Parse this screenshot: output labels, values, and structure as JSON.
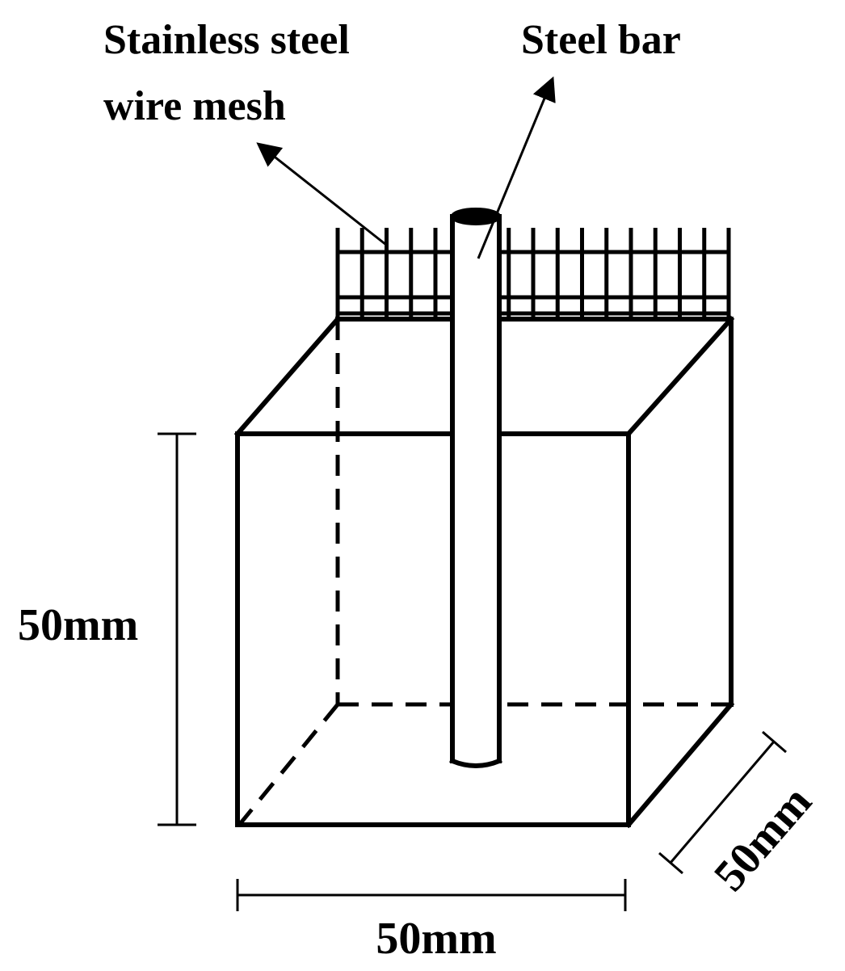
{
  "labels": {
    "mesh_line1": "Stainless steel",
    "mesh_line2": "wire mesh",
    "steel_bar": "Steel bar",
    "height": "50mm",
    "width": "50mm",
    "depth": "50mm"
  }
}
